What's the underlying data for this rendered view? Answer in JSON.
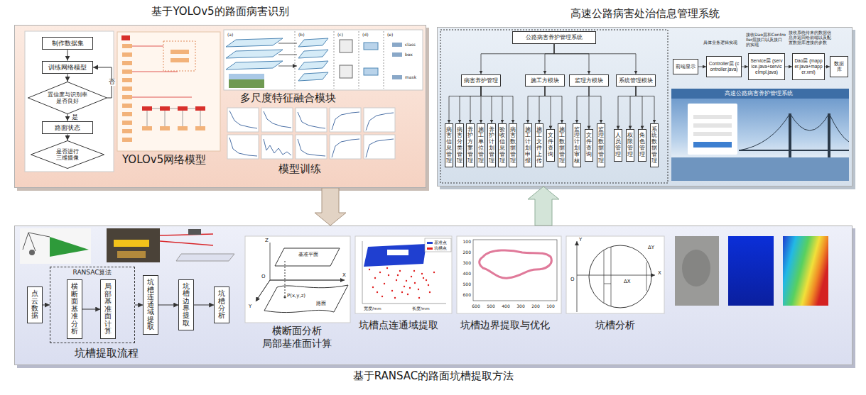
{
  "diagram": {
    "nodes": [
      {
        "text": [
          "基于YOLOv5的路面病害识别"
        ]
      },
      {
        "text": [
          "制作数据集"
        ],
        "in": 0
      },
      {
        "text": [
          "训练网络模型"
        ],
        "in": 0
      },
      {
        "text": [
          "置信度与识别率是否良好"
        ],
        "in": 0
      },
      {
        "text": [
          "路面状态"
        ],
        "in": 0
      },
      {
        "text": [
          "是否进行三维摄像"
        ],
        "in": 0
      },
      {
        "text": [
          "高速公路病害处治信息管理系统"
        ]
      },
      {
        "text": [
          "公路病害养护管理系统"
        ],
        "in": 6
      },
      {
        "text": [
          "病害养护管理"
        ],
        "in": 6
      },
      {
        "text": [
          "施工方模块"
        ],
        "in": 6
      },
      {
        "text": [
          "监理方模块"
        ],
        "in": 6
      },
      {
        "text": [
          "系统管理模块"
        ],
        "in": 6
      },
      {
        "text": [
          "病害信息管理"
        ],
        "in": 6
      },
      {
        "text": [
          "病害分类管理"
        ],
        "in": 6
      },
      {
        "text": [
          "养护方案管理"
        ],
        "in": 6
      },
      {
        "text": [
          "施工单位管理"
        ],
        "in": 6
      },
      {
        "text": [
          "养护计划管理"
        ],
        "in": 6
      },
      {
        "text": [
          "验收信息管理"
        ],
        "in": 6
      },
      {
        "text": [
          "病害数据管理"
        ],
        "in": 6
      },
      {
        "text": [
          "施工计划申报"
        ],
        "in": 6
      },
      {
        "text": [
          "施工文件上传"
        ],
        "in": 6
      },
      {
        "text": [
          "文件查询"
        ],
        "in": 6
      },
      {
        "text": [
          "施工数据管理"
        ],
        "in": 6
      },
      {
        "text": [
          "监理计划审核"
        ],
        "in": 6
      },
      {
        "text": [
          "文件查询"
        ],
        "in": 6
      },
      {
        "text": [
          "监理数据管理"
        ],
        "in": 6
      },
      {
        "text": [
          "人员管理"
        ],
        "in": 6
      },
      {
        "text": [
          "权限管理"
        ],
        "in": 6
      },
      {
        "text": [
          "角色管理"
        ],
        "in": 6
      },
      {
        "text": [
          "系统数据管理"
        ],
        "in": 6
      },
      {
        "text": [
          "前端显示"
        ],
        "in": 6
      },
      {
        "text": [
          "Controller层 (controller.java)"
        ],
        "in": 6
      },
      {
        "text": [
          "Service层 (service.java+serviceImpl.java)"
        ],
        "in": 6
      },
      {
        "text": [
          "Dao层 (mapper.java+mapper.xml)"
        ],
        "in": 6
      },
      {
        "text": [
          "数据库"
        ],
        "in": 6
      },
      {
        "text": [
          "基于RANSAC的路面坑槽提取方法"
        ]
      },
      {
        "text": [
          "点云数据"
        ],
        "in": 35
      },
      {
        "text": [
          "RANSAC算法"
        ],
        "in": 35
      },
      {
        "text": [
          "横断面基准分析"
        ],
        "in": 37
      },
      {
        "text": [
          "局部基准面计算"
        ],
        "in": 37
      },
      {
        "text": [
          "坑槽连通域提取"
        ],
        "in": 35
      },
      {
        "text": [
          "坑槽边界提取"
        ],
        "in": 35
      },
      {
        "text": [
          "坑槽分析"
        ],
        "in": 35
      }
    ],
    "edges": [
      {
        "from": 1,
        "to": 2,
        "arrow": "to"
      },
      {
        "from": 2,
        "to": 3,
        "arrow": "to"
      },
      {
        "from": 3,
        "to": 4,
        "label": "是",
        "arrow": "to"
      },
      {
        "from": 4,
        "to": 5,
        "arrow": "to"
      },
      {
        "from": 3,
        "to": 2,
        "label": "否",
        "arrow": "to"
      },
      {
        "from": 7,
        "to": 8,
        "arrow": "to"
      },
      {
        "from": 7,
        "to": 9,
        "arrow": "to"
      },
      {
        "from": 7,
        "to": 10,
        "arrow": "to"
      },
      {
        "from": 7,
        "to": 11,
        "arrow": "to"
      },
      {
        "from": 8,
        "to": 12,
        "arrow": "to"
      },
      {
        "from": 8,
        "to": 13,
        "arrow": "to"
      },
      {
        "from": 8,
        "to": 14,
        "arrow": "to"
      },
      {
        "from": 8,
        "to": 15,
        "arrow": "to"
      },
      {
        "from": 8,
        "to": 16,
        "arrow": "to"
      },
      {
        "from": 8,
        "to": 17,
        "arrow": "to"
      },
      {
        "from": 8,
        "to": 18,
        "arrow": "to"
      },
      {
        "from": 9,
        "to": 19,
        "arrow": "to"
      },
      {
        "from": 9,
        "to": 20,
        "arrow": "to"
      },
      {
        "from": 9,
        "to": 21,
        "arrow": "to"
      },
      {
        "from": 9,
        "to": 22,
        "arrow": "to"
      },
      {
        "from": 10,
        "to": 23,
        "arrow": "to"
      },
      {
        "from": 10,
        "to": 24,
        "arrow": "to"
      },
      {
        "from": 10,
        "to": 25,
        "arrow": "to"
      },
      {
        "from": 11,
        "to": 26,
        "arrow": "to"
      },
      {
        "from": 11,
        "to": 27,
        "arrow": "to"
      },
      {
        "from": 11,
        "to": 28,
        "arrow": "to"
      },
      {
        "from": 11,
        "to": 29,
        "arrow": "to"
      },
      {
        "from": 30,
        "to": 31,
        "arrow": "to"
      },
      {
        "from": 31,
        "to": 32,
        "arrow": "to"
      },
      {
        "from": 32,
        "to": 33,
        "arrow": "to"
      },
      {
        "from": 33,
        "to": 34,
        "arrow": "to"
      },
      {
        "from": 36,
        "to": 37,
        "arrow": "to"
      },
      {
        "from": 38,
        "to": 39,
        "arrow": "to"
      },
      {
        "from": 37,
        "to": 40,
        "arrow": "to"
      },
      {
        "from": 40,
        "to": 41,
        "arrow": "to"
      },
      {
        "from": 41,
        "to": 42,
        "arrow": "to"
      },
      {
        "from": 0,
        "to": 35,
        "arrow": "to"
      },
      {
        "from": 35,
        "to": 6,
        "arrow": "to"
      }
    ],
    "labels": [
      "YOLOv5网络模型",
      "多尺度特征融合模块",
      "模型训练",
      "(a)",
      "(b)",
      "(c)",
      "(d)",
      "(e)",
      "class",
      "box",
      "mask",
      "具体业务逻辑实现",
      "接收Dao层和Controller层接口以及接口的实现",
      "接收系统传来的数据信息并返回给前端以及配置数据库连接的参数",
      "高速公路病害养护管理系统",
      "坑槽提取流程",
      "横断面分析",
      "局部基准面计算",
      "坑槽点连通域提取",
      "坑槽边界提取与优化",
      "坑槽分析",
      "Z",
      "X",
      "Y",
      "O",
      "基准平面",
      "P(x,y,z)",
      "路面",
      "宽度/mm",
      "长度/mm",
      "100",
      "200",
      "300",
      "400",
      "500",
      "600",
      "600",
      "500",
      "400",
      "300",
      "200",
      "100",
      "Y",
      "X",
      "O",
      "ΔX",
      "ΔY"
    ],
    "legend": [
      {
        "text": "基准点",
        "color": "#1f3fd0"
      },
      {
        "text": "坑槽点",
        "color": "#e02020"
      }
    ]
  }
}
